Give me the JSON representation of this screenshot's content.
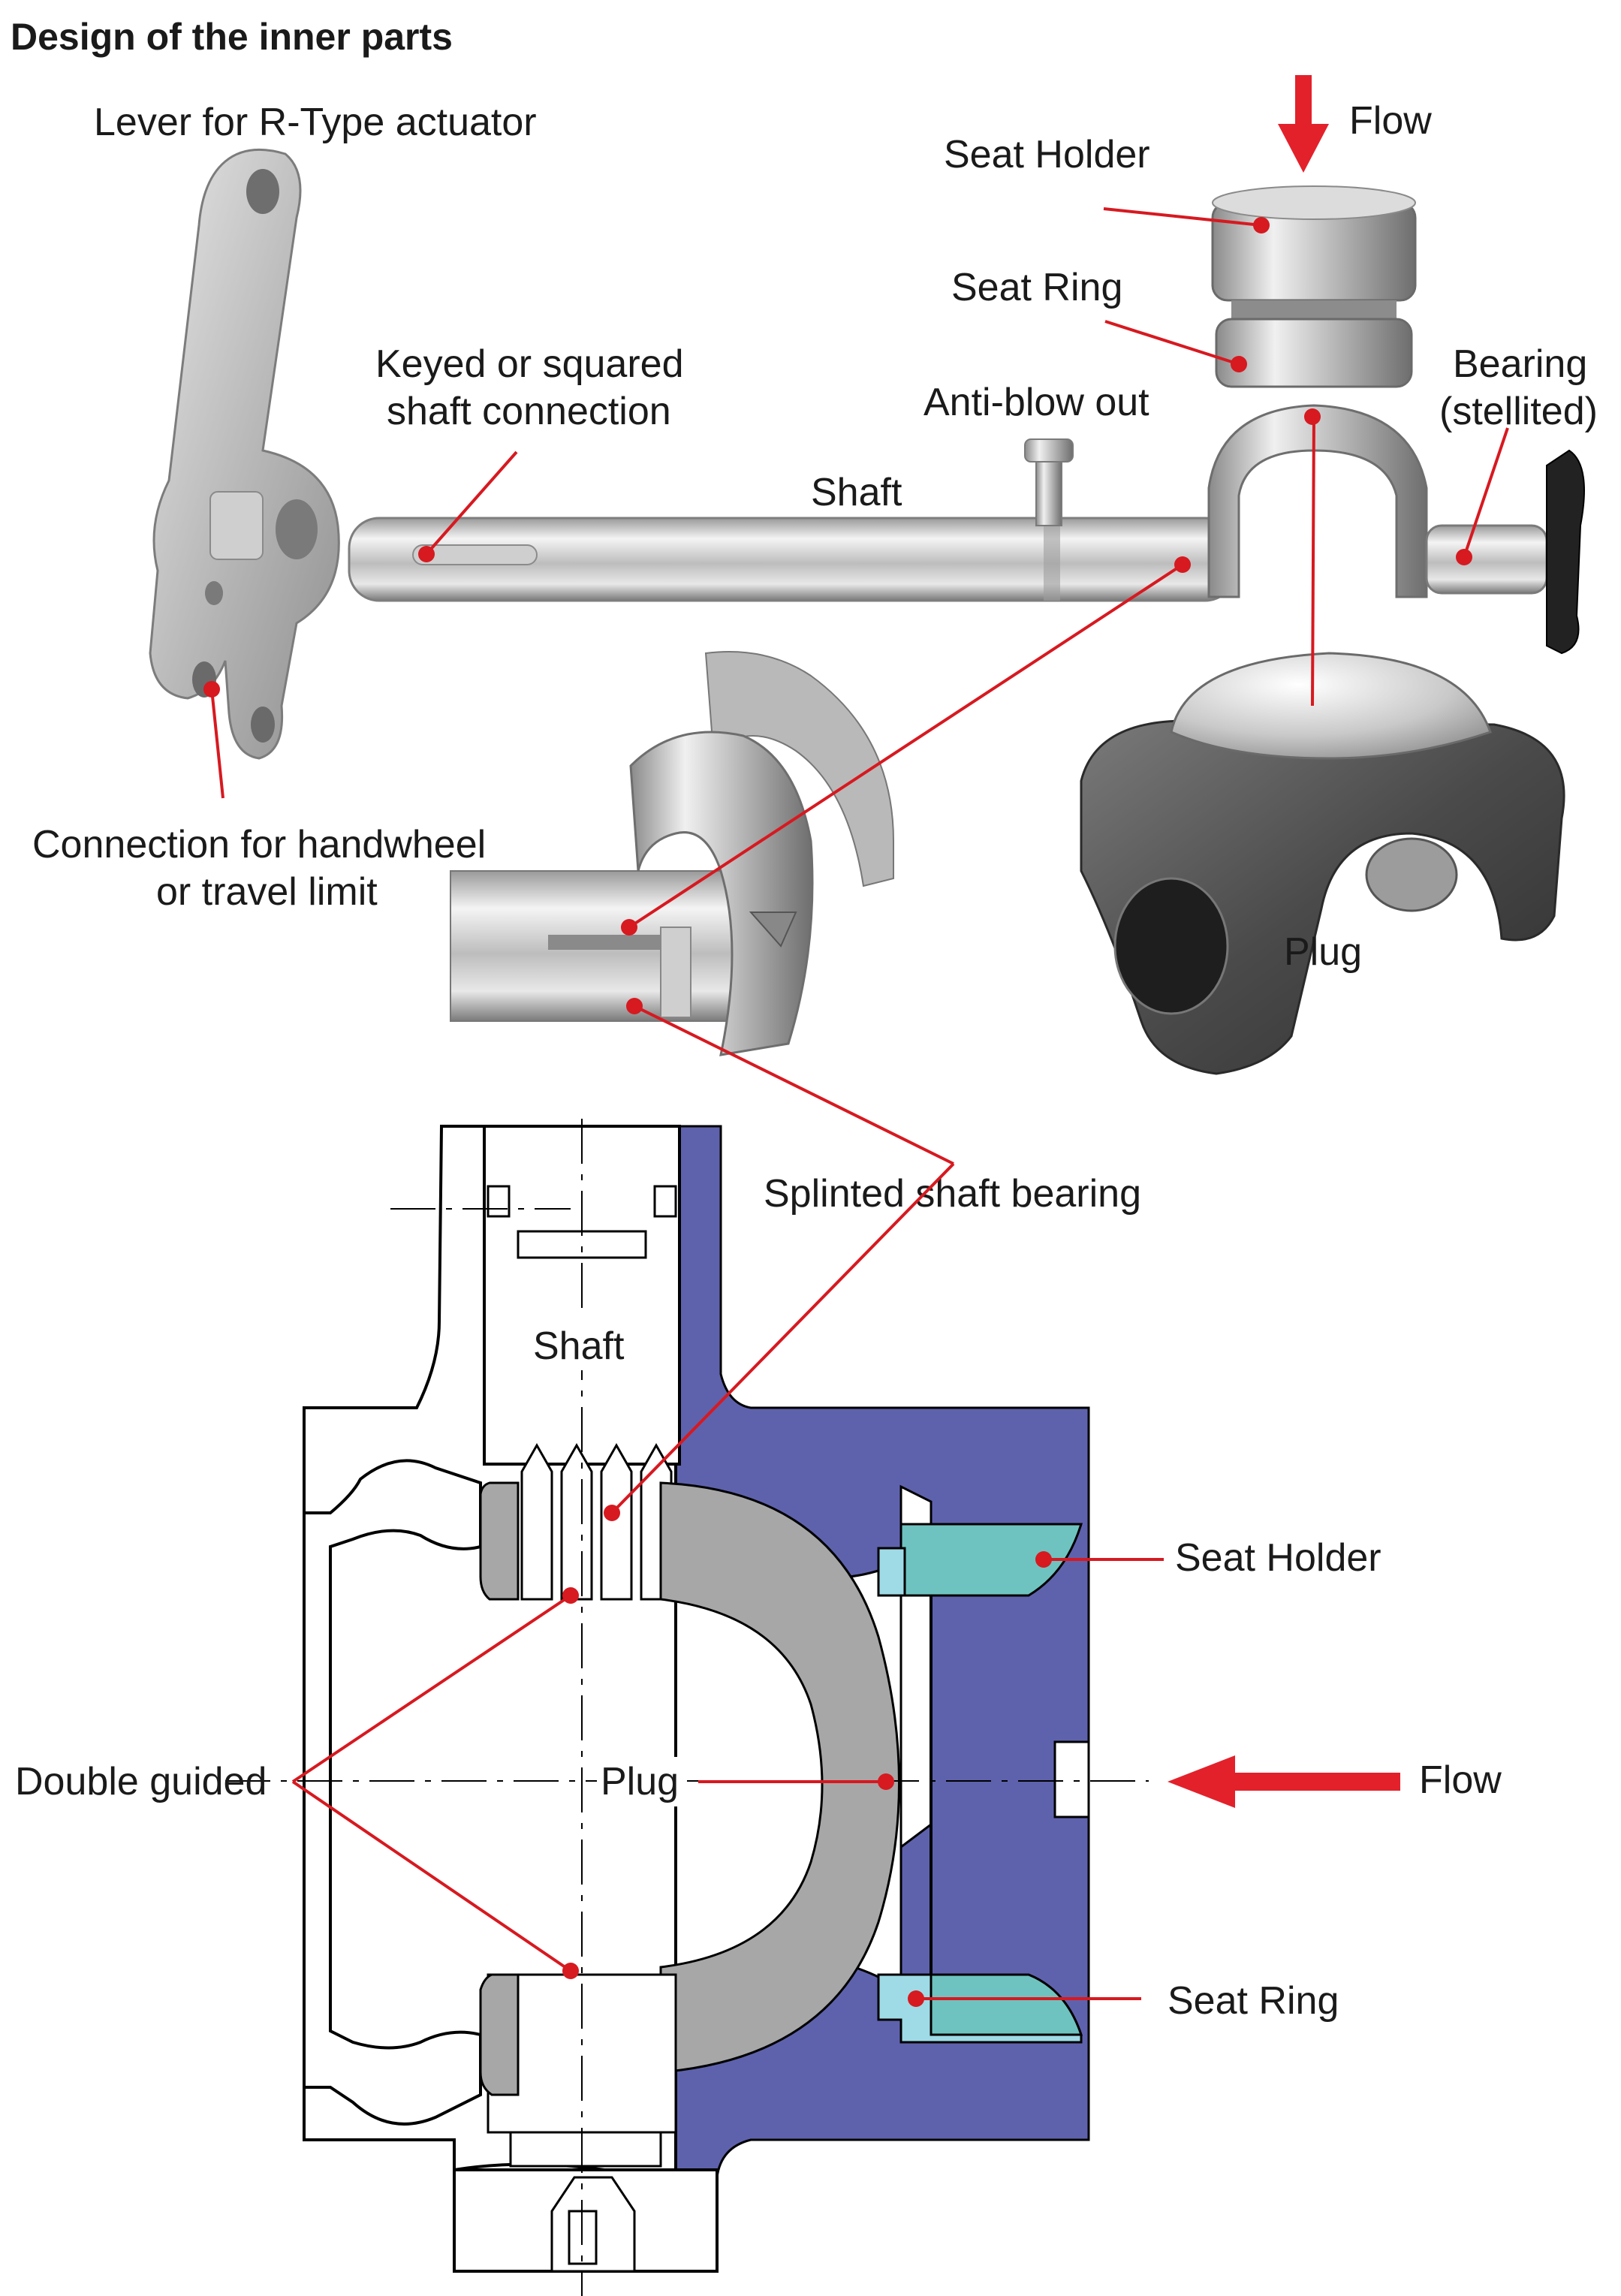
{
  "title": "Design of the inner parts",
  "colors": {
    "leader": "#d71920",
    "flow_arrow": "#e3212b",
    "body_section": "#5e62ad",
    "plug_section": "#a7a7a7",
    "seat_holder": "#6ec3c0",
    "seat_ring": "#9fdbe6",
    "steel_light": "#dcdcdc",
    "steel_dark": "#555555"
  },
  "photo_labels": {
    "lever": "Lever for R-Type actuator",
    "handwheel": "Connection for handwheel",
    "handwheel_2": "or travel limit",
    "keyed": "Keyed or squared",
    "keyed_2": "shaft connection",
    "shaft": "Shaft",
    "anti_blow_out": "Anti-blow out",
    "seat_holder": "Seat Holder",
    "seat_ring": "Seat Ring",
    "flow": "Flow",
    "bearing": "Bearing",
    "bearing_2": "(stellited)",
    "plug": "Plug",
    "splinted": "Splinted shaft bearing"
  },
  "section_labels": {
    "shaft": "Shaft",
    "seat_holder": "Seat Holder",
    "double_guided": "Double guided",
    "plug": "Plug",
    "flow": "Flow",
    "seat_ring": "Seat Ring"
  },
  "icons": {
    "flow_top": "arrow-down-icon",
    "flow_section": "arrow-left-icon"
  }
}
